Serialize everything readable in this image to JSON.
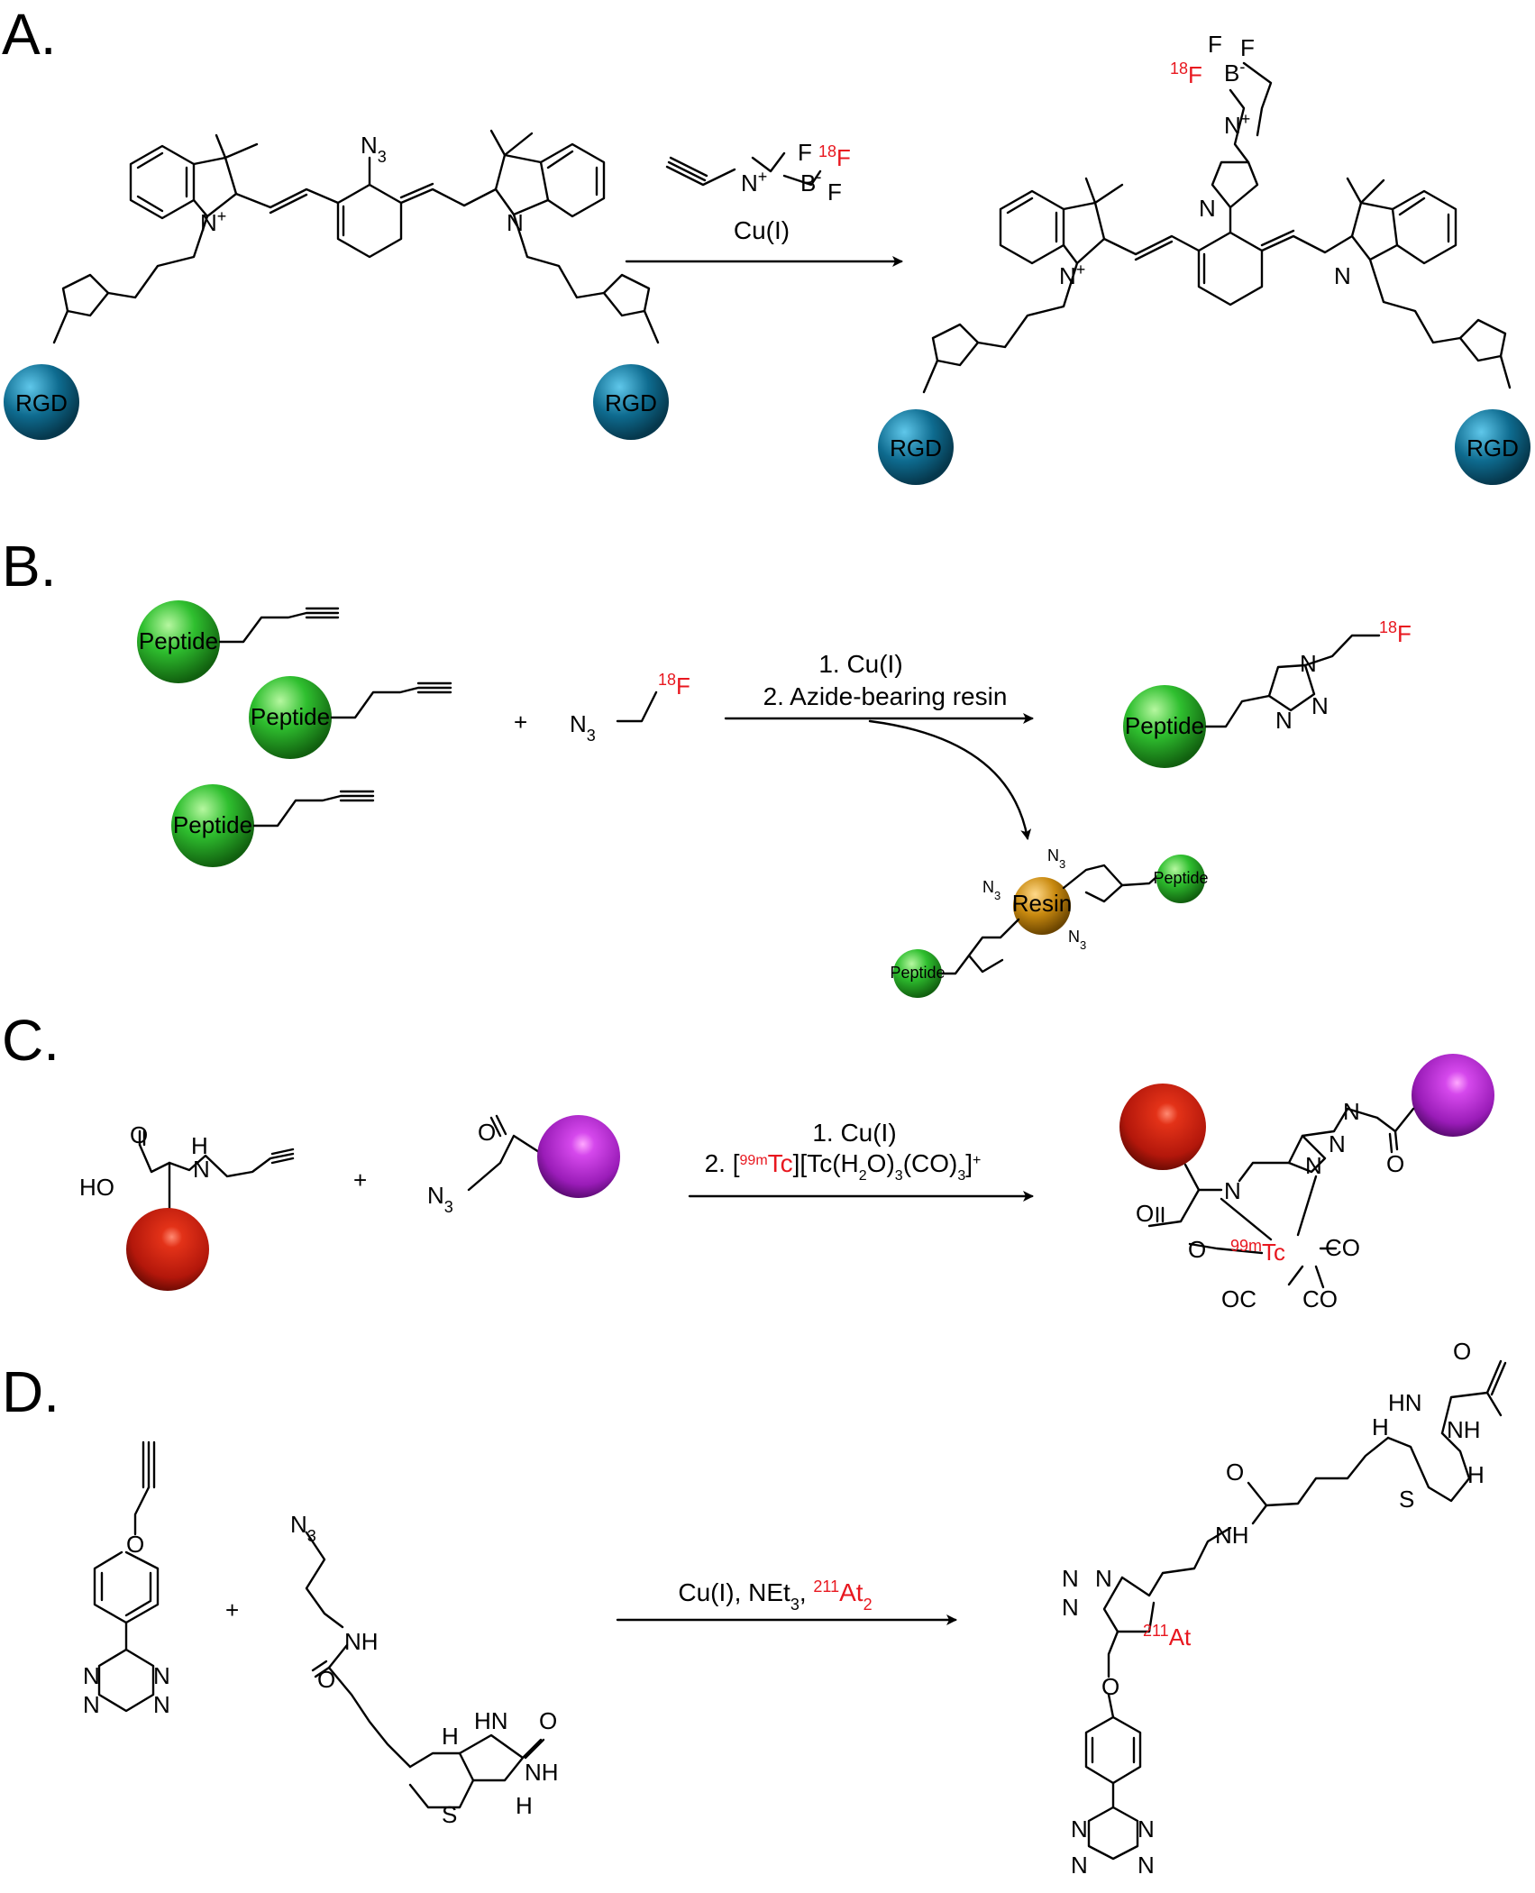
{
  "panels": [
    "A.",
    "B.",
    "C.",
    "D."
  ],
  "colors": {
    "label_red": "#e8171f",
    "rgd_blue": "#0e6b8f",
    "peptide_green": "#2fbf2f",
    "resin_orange": "#c98a10",
    "sphere_red": "#c81a0e",
    "sphere_purple": "#a11fc0"
  },
  "panel_a": {
    "conditions": "Cu(I)",
    "sphere_label": "RGD",
    "atoms": {
      "azide": "N",
      "azide_sub": "3",
      "n_plus": "N",
      "plus": "+",
      "n": "N",
      "f": "F",
      "b": "B",
      "minus": "-",
      "isotope_18": "18"
    }
  },
  "panel_b": {
    "conditions_1": "1. Cu(I)",
    "conditions_2": "2. Azide-bearing resin",
    "plus": "+",
    "peptide_label": "Peptide",
    "resin_label": "Resin",
    "azide": "N",
    "azide_sub": "3",
    "isotope_18": "18",
    "f": "F",
    "n": "N"
  },
  "panel_c": {
    "conditions_1": "1. Cu(I)",
    "conditions_2_pre": "2. [",
    "conditions_2_iso": "99m",
    "conditions_2_tc": "Tc",
    "conditions_2_mid": "][Tc(H",
    "conditions_2_sub2": "2",
    "conditions_2_mid2": "O)",
    "conditions_2_sub3": "3",
    "conditions_2_mid3": "(CO)",
    "conditions_2_sub3b": "3",
    "conditions_2_end": "]",
    "conditions_2_plus": "+",
    "plus": "+",
    "atoms": {
      "o": "O",
      "ho": "HO",
      "h": "H",
      "n": "N",
      "azide": "N",
      "azide_sub": "3",
      "tc_iso": "99m",
      "tc": "Tc",
      "co": "CO",
      "oc": "OC"
    }
  },
  "panel_d": {
    "conditions_pre": "Cu(I), NEt",
    "conditions_sub": "3",
    "conditions_sep": ", ",
    "conditions_iso": "211",
    "conditions_at": "At",
    "conditions_at_sub": "2",
    "plus": "+",
    "atoms": {
      "o": "O",
      "n": "N",
      "nh": "NH",
      "hn": "HN",
      "h": "H",
      "s": "S",
      "azide": "N",
      "azide_sub": "3",
      "at_iso": "211",
      "at": "At"
    }
  }
}
